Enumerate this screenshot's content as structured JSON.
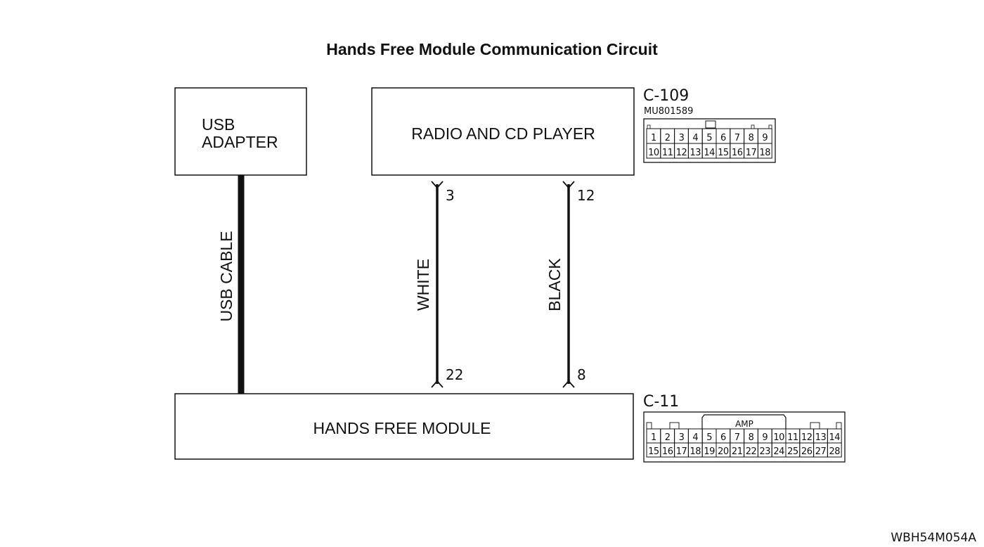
{
  "title": "Hands Free Module Communication Circuit",
  "figure_code": "WBH54M054A",
  "boxes": {
    "usb_adapter": [
      "USB",
      "ADAPTER"
    ],
    "radio": "RADIO AND CD PLAYER",
    "hfm": "HANDS FREE MODULE"
  },
  "wires": {
    "usb_cable": "USB CABLE",
    "white": "WHITE",
    "black": "BLACK",
    "white_top_pin": "3",
    "white_bottom_pin": "22",
    "black_top_pin": "12",
    "black_bottom_pin": "8"
  },
  "connectors": {
    "c109": {
      "name": "C-109",
      "part_number": "MU801589",
      "row1": [
        "1",
        "2",
        "3",
        "4",
        "5",
        "6",
        "7",
        "8",
        "9"
      ],
      "row2": [
        "10",
        "11",
        "12",
        "13",
        "14",
        "15",
        "16",
        "17",
        "18"
      ]
    },
    "c11": {
      "name": "C-11",
      "tag": "AMP",
      "row1": [
        "1",
        "2",
        "3",
        "4",
        "5",
        "6",
        "7",
        "8",
        "9",
        "10",
        "11",
        "12",
        "13",
        "14"
      ],
      "row2": [
        "15",
        "16",
        "17",
        "18",
        "19",
        "20",
        "21",
        "22",
        "23",
        "24",
        "25",
        "26",
        "27",
        "28"
      ]
    }
  }
}
